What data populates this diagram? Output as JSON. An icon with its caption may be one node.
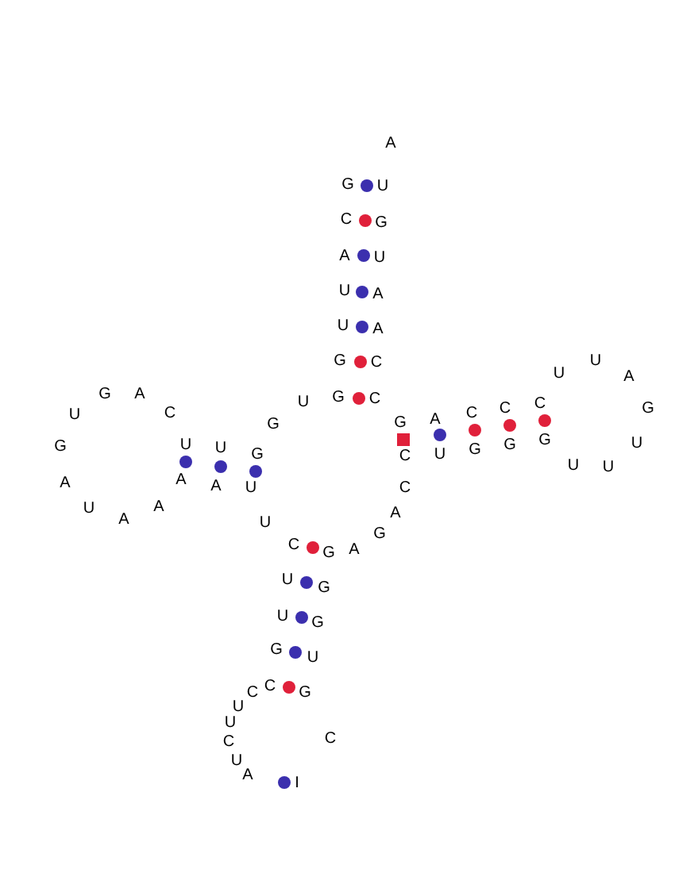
{
  "diagram": {
    "labels": [
      "A",
      "G",
      "U",
      "C",
      "G",
      "A",
      "U",
      "U",
      "A",
      "U",
      "A",
      "G",
      "C",
      "U",
      "U",
      "A",
      "G",
      "A",
      "U",
      "G",
      "C",
      "C",
      "C",
      "G",
      "U",
      "C",
      "C",
      "A",
      "G",
      "G",
      "G",
      "U",
      "G",
      "U",
      "G",
      "U",
      "G",
      "G",
      "U",
      "C",
      "U",
      "U",
      "A",
      "A",
      "A",
      "U",
      "C",
      "A",
      "U",
      "A",
      "A",
      "U",
      "G",
      "C",
      "A",
      "G",
      "U",
      "G",
      "U",
      "G",
      "G",
      "U",
      "C",
      "C",
      "G",
      "U",
      "U",
      "C",
      "C",
      "U",
      "A",
      "I"
    ]
  }
}
